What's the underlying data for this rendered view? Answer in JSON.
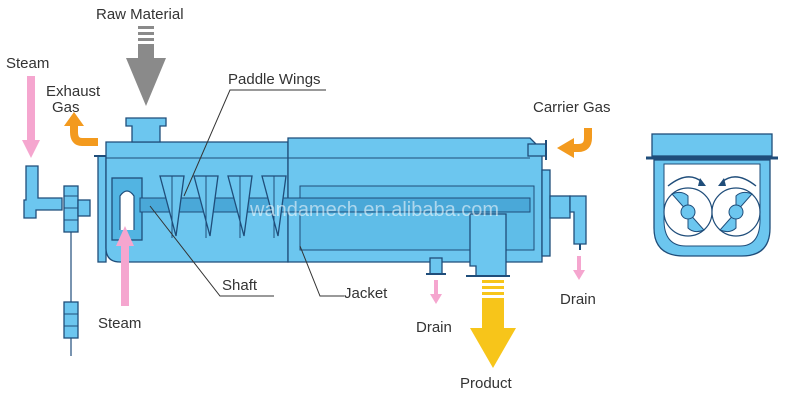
{
  "labels": {
    "raw_material": "Raw Material",
    "steam_top": "Steam",
    "exhaust_line1": "Exhaust",
    "exhaust_line2": "Gas",
    "paddle_wings": "Paddle Wings",
    "carrier_gas": "Carrier Gas",
    "shaft": "Shaft",
    "jacket": "Jacket",
    "steam_bottom": "Steam",
    "drain_center": "Drain",
    "drain_right": "Drain",
    "product": "Product"
  },
  "watermark": "wandamech.en.alibaba.com",
  "colors": {
    "equipment": "#6cc6ef",
    "outline": "#1f4d7a",
    "steam_arrow": "#f5a6cf",
    "gas_arrow": "#f39a1e",
    "product_arrow": "#f7c51a",
    "raw_material_arrow": "#8a8a8a",
    "drain_arrow": "#f5a6cf"
  }
}
